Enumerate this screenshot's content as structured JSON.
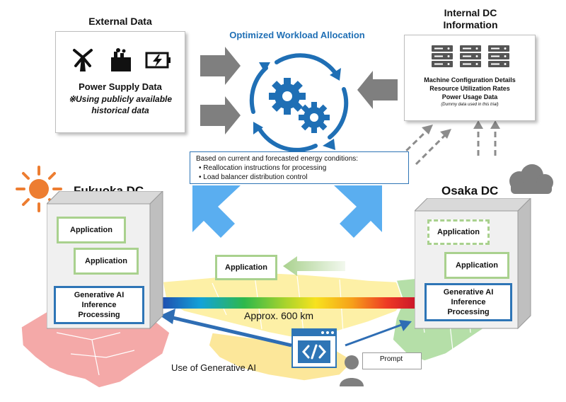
{
  "external": {
    "title": "External Data",
    "icons": [
      "windmill-icon",
      "factory-icon",
      "battery-charging-icon"
    ],
    "power_supply": "Power Supply Data",
    "note_line1": "※Using publicly available",
    "note_line2": "historical data"
  },
  "center_title": "Optimized Workload Allocation",
  "internal": {
    "title_line1": "Internal DC",
    "title_line2": "Information",
    "icons": [
      "server-rack-icon",
      "server-rack-icon",
      "server-rack-icon"
    ],
    "item1": "Machine Configuration Details",
    "item2": "Resource Utilization Rates",
    "item3": "Power Usage Data",
    "dummy_note": "(Dummy data used in this trial)"
  },
  "conditions": {
    "heading": "Based on current and forecasted energy conditions:",
    "bullet1": "• Reallocation instructions for processing",
    "bullet2": "• Load balancer distribution control"
  },
  "fukuoka": {
    "title": "Fukuoka DC",
    "app1": "Application",
    "app2": "Application",
    "gen_ai_line1": "Generative AI",
    "gen_ai_line2": "Inference",
    "gen_ai_line3": "Processing"
  },
  "osaka": {
    "title": "Osaka DC",
    "app1": "Application",
    "app2": "Application",
    "gen_ai_line1": "Generative AI",
    "gen_ai_line2": "Inference",
    "gen_ai_line3": "Processing"
  },
  "migrating_app": "Application",
  "distance": "Approx. 600 km",
  "use_genai": "Use of Generative AI",
  "prompt": "Prompt",
  "colors": {
    "blue_dark": "#1f6fb5",
    "blue_light": "#5aaef0",
    "green_border": "#a9d18e",
    "gen_border": "#2e75b6",
    "map_red": "#f4a9a8",
    "map_yellow": "#fdf0a6",
    "map_green": "#b5dfa8",
    "gray_arrow": "#7f7f7f"
  }
}
